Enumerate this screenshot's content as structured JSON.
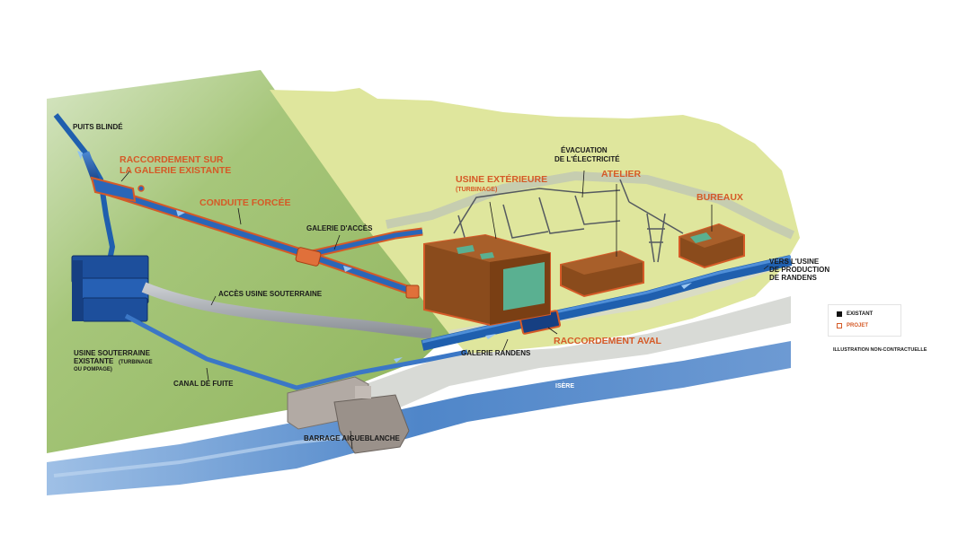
{
  "labels": {
    "puits_blinde": "PUITS BLINDÉ",
    "raccordement_galerie": [
      "RACCORDEMENT SUR",
      "LA GALERIE EXISTANTE"
    ],
    "conduite_forcee": "CONDUITE FORCÉE",
    "galerie_acces": "GALERIE D'ACCÈS",
    "evacuation": [
      "ÉVACUATION",
      "DE L'ÉLECTRICITÉ"
    ],
    "usine_exterieure": "USINE EXTÉRIEURE",
    "usine_exterieure_sub": "(TURBINAGE)",
    "atelier": "ATELIER",
    "bureaux": "BUREAUX",
    "vers_usine": [
      "VERS L'USINE",
      "DE PRODUCTION",
      "DE RANDENS"
    ],
    "acces_usine_souterraine": "ACCÈS USINE SOUTERRAINE",
    "usine_souterraine": [
      "USINE SOUTERRAINE",
      "EXISTANTE"
    ],
    "usine_souterraine_sub1": "(TURBINAGE",
    "usine_souterraine_sub2": "OU POMPAGE)",
    "raccordement_aval": "RACCORDEMENT AVAL",
    "galerie_randens": "GALERIE RANDENS",
    "canal_de_fuite": "CANAL DE FUITE",
    "isere": "ISÈRE",
    "barrage": "BARRAGE AIGUEBLANCHE"
  },
  "legend": {
    "existing": "EXISTANT",
    "project": "PROJET"
  },
  "note": "ILLUSTRATION NON-CONTRACTUELLE",
  "colors": {
    "existing_blue": "#1f5fae",
    "project_orange": "#d55a27",
    "hill_green": "#a9c77a",
    "valley_yellow_green": "#dde59a",
    "river_blue": "#5b8fcf",
    "building_brown": "#8a4b1c"
  }
}
